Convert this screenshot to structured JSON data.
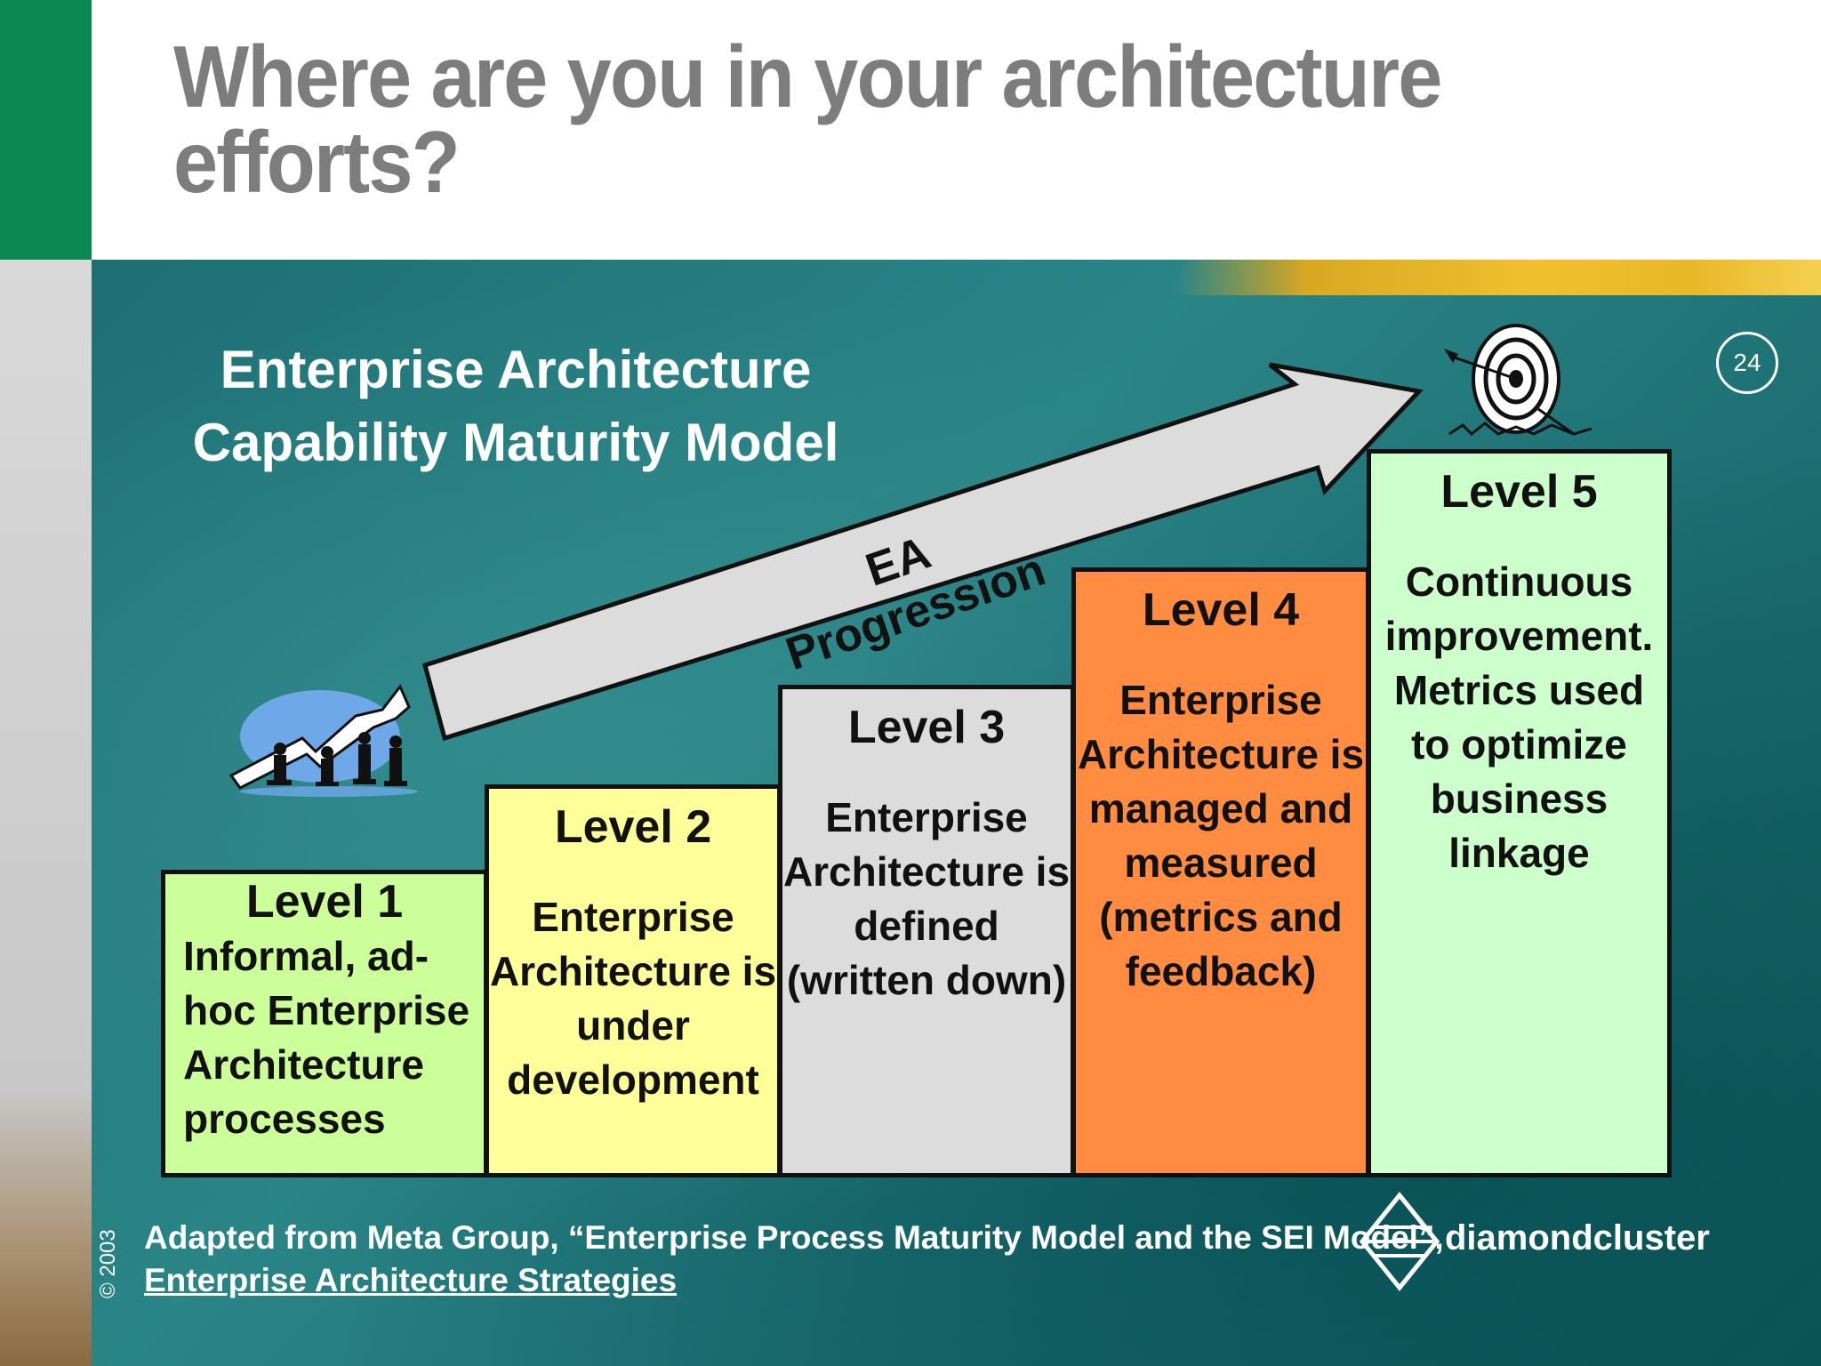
{
  "slide": {
    "title": "Where are you in your architecture efforts?",
    "page_number": "24"
  },
  "model_title": {
    "line1": "Enterprise Architecture",
    "line2": "Capability Maturity Model"
  },
  "progression_label": "EA Progression",
  "levels": [
    {
      "label": "Level 1",
      "description": "Informal, ad-hoc Enterprise Architecture processes",
      "color": "#ccff99"
    },
    {
      "label": "Level 2",
      "description": "Enterprise Architecture is under development",
      "color": "#ffff99"
    },
    {
      "label": "Level 3",
      "description": "Enterprise Architecture is defined (written down)",
      "color": "#dcdcdc"
    },
    {
      "label": "Level 4",
      "description": "Enterprise Architecture is managed and measured (metrics and feedback)",
      "color": "#ff8c40"
    },
    {
      "label": "Level 5",
      "description": "Continuous improvement. Metrics used to optimize business linkage",
      "color": "#ccffcc"
    }
  ],
  "footer": {
    "source_line1": "Adapted from Meta Group, “Enterprise Process Maturity Model and the SEI Model”,",
    "source_line2": "Enterprise Architecture Strategies",
    "copyright": "© 2003",
    "brand": "diamondcluster"
  },
  "icons": [
    "team-pushing-arrow-icon",
    "target-with-arrow-icon",
    "diamond-logo-icon"
  ],
  "colors": {
    "accent_green": "#0a8a52",
    "teal": "#1d6f73",
    "title_gray": "#7d7d7d"
  }
}
